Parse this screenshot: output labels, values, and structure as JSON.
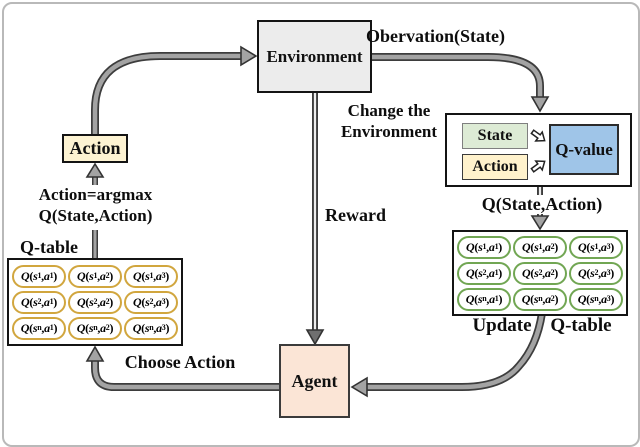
{
  "diagram": {
    "environment": {
      "label": "Environment"
    },
    "agent": {
      "label": "Agent"
    },
    "action_node": {
      "label": "Action"
    },
    "labels": {
      "observation": "Obervation(State)",
      "change_env_line1": "Change the",
      "change_env_line2": "Environment",
      "reward": "Reward",
      "argmax_line1": "Action=argmax",
      "argmax_line2": "Q(State,Action)",
      "q_state_action": "Q(State,Action)",
      "update_qtable": "Update Q-table",
      "choose_action": "Choose Action",
      "qtable_title": "Q-table"
    },
    "qvalue_panel": {
      "state_label": "State",
      "action_label": "Action",
      "qvalue_label": "Q-value"
    },
    "left_qtable": {
      "cells": [
        {
          "s": "1",
          "a": "1"
        },
        {
          "s": "1",
          "a": "2"
        },
        {
          "s": "1",
          "a": "3"
        },
        {
          "s": "2",
          "a": "1"
        },
        {
          "s": "2",
          "a": "2"
        },
        {
          "s": "2",
          "a": "3"
        },
        {
          "s": "n",
          "a": "1"
        },
        {
          "s": "n",
          "a": "2"
        },
        {
          "s": "n",
          "a": "3"
        }
      ]
    },
    "right_qtable": {
      "cells": [
        {
          "s": "1",
          "a": "1"
        },
        {
          "s": "1",
          "a": "2"
        },
        {
          "s": "1",
          "a": "3"
        },
        {
          "s": "2",
          "a": "1"
        },
        {
          "s": "2",
          "a": "2"
        },
        {
          "s": "2",
          "a": "3"
        },
        {
          "s": "n",
          "a": "1"
        },
        {
          "s": "n",
          "a": "2"
        },
        {
          "s": "n",
          "a": "3"
        }
      ]
    },
    "colors": {
      "environment_fill": "#ececec",
      "action_fill": "#fdf3d2",
      "agent_fill": "#fbe5d6",
      "state_fill": "#ddebd5",
      "action_small_fill": "#fff2cc",
      "qvalue_fill": "#9fc5e8",
      "left_pill_border": "#d1a63e",
      "right_pill_border": "#71a653",
      "wire_gray": "#a3a3a3",
      "wire_dark": "#3d3d3d"
    }
  }
}
